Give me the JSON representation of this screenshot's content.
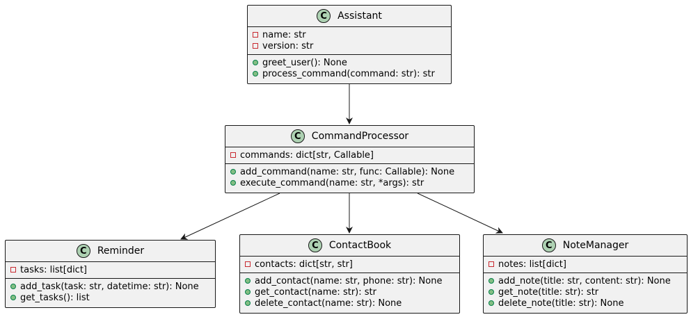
{
  "classes": [
    {
      "id": "assistant",
      "name": "Assistant",
      "stereotype_icon": "C",
      "attributes": [
        {
          "visibility": "private",
          "text": "name: str"
        },
        {
          "visibility": "private",
          "text": "version: str"
        }
      ],
      "methods": [
        {
          "visibility": "public",
          "text": "greet_user(): None"
        },
        {
          "visibility": "public",
          "text": "process_command(command: str): str"
        }
      ]
    },
    {
      "id": "commandprocessor",
      "name": "CommandProcessor",
      "stereotype_icon": "C",
      "attributes": [
        {
          "visibility": "private",
          "text": "commands: dict[str, Callable]"
        }
      ],
      "methods": [
        {
          "visibility": "public",
          "text": "add_command(name: str, func: Callable): None"
        },
        {
          "visibility": "public",
          "text": "execute_command(name: str, *args): str"
        }
      ]
    },
    {
      "id": "reminder",
      "name": "Reminder",
      "stereotype_icon": "C",
      "attributes": [
        {
          "visibility": "private",
          "text": "tasks: list[dict]"
        }
      ],
      "methods": [
        {
          "visibility": "public",
          "text": "add_task(task: str, datetime: str): None"
        },
        {
          "visibility": "public",
          "text": "get_tasks(): list"
        }
      ]
    },
    {
      "id": "contactbook",
      "name": "ContactBook",
      "stereotype_icon": "C",
      "attributes": [
        {
          "visibility": "private",
          "text": "contacts: dict[str, str]"
        }
      ],
      "methods": [
        {
          "visibility": "public",
          "text": "add_contact(name: str, phone: str): None"
        },
        {
          "visibility": "public",
          "text": "get_contact(name: str): str"
        },
        {
          "visibility": "public",
          "text": "delete_contact(name: str): None"
        }
      ]
    },
    {
      "id": "notemanager",
      "name": "NoteManager",
      "stereotype_icon": "C",
      "attributes": [
        {
          "visibility": "private",
          "text": "notes: list[dict]"
        }
      ],
      "methods": [
        {
          "visibility": "public",
          "text": "add_note(title: str, content: str): None"
        },
        {
          "visibility": "public",
          "text": "get_note(title: str): str"
        },
        {
          "visibility": "public",
          "text": "delete_note(title: str): None"
        }
      ]
    }
  ],
  "relations": [
    {
      "from": "assistant",
      "to": "commandprocessor",
      "type": "association-arrow"
    },
    {
      "from": "commandprocessor",
      "to": "reminder",
      "type": "association-arrow"
    },
    {
      "from": "commandprocessor",
      "to": "contactbook",
      "type": "association-arrow"
    },
    {
      "from": "commandprocessor",
      "to": "notemanager",
      "type": "association-arrow"
    }
  ],
  "colors": {
    "box_fill": "#f1f1f1",
    "border": "#181818",
    "class_badge": "#add1b2",
    "private_marker": "#c82930",
    "public_marker": "#84be84"
  }
}
